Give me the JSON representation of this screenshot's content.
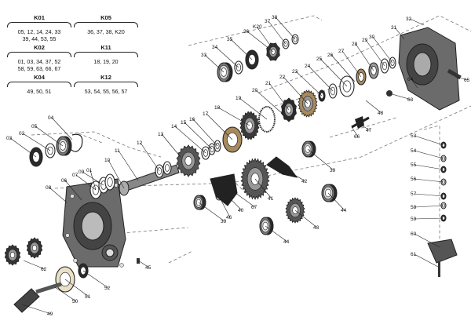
{
  "kits": [
    {
      "id": "K01",
      "lines": [
        "05, 12, 14, 24, 33",
        "39, 44, 53, 55"
      ]
    },
    {
      "id": "K05",
      "lines": [
        "36, 37, 38, K20"
      ]
    },
    {
      "id": "K02",
      "lines": [
        "01, 03, 34, 37, 52",
        "58, 59, 63, 66, 67"
      ]
    },
    {
      "id": "K11",
      "lines": [
        "18, 19, 20"
      ]
    },
    {
      "id": "K04",
      "lines": [
        "49, 50, 51"
      ]
    },
    {
      "id": "K12",
      "lines": [
        "53, 54, 55, 56, 57"
      ]
    }
  ],
  "callouts": [
    "01",
    "02",
    "03",
    "04",
    "05",
    "06",
    "07",
    "08",
    "09",
    "10",
    "11",
    "12",
    "13",
    "14",
    "15",
    "16",
    "17",
    "18",
    "19",
    "20",
    "21",
    "22",
    "23",
    "24",
    "25",
    "26",
    "27",
    "28",
    "29",
    "30",
    "31",
    "32",
    "33",
    "34",
    "35",
    "36",
    "37",
    "38",
    "39",
    "40",
    "41",
    "42",
    "43",
    "44",
    "45",
    "46",
    "47",
    "48",
    "49",
    "50",
    "51",
    "52",
    "53",
    "54",
    "55",
    "56",
    "57",
    "58",
    "59",
    "60",
    "61",
    "62",
    "63",
    "64",
    "65",
    "66",
    "67",
    "K20"
  ],
  "colors": {
    "line": "#222222",
    "dark_part": "#2b2b2b",
    "gear": "#555555",
    "casing": "#6b6b6b",
    "bronze": "#a88a5e",
    "lite": "#d8d8d8"
  }
}
